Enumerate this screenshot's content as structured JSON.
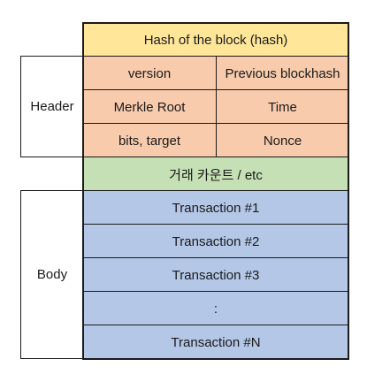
{
  "side_labels": {
    "header": "Header",
    "body": "Body"
  },
  "hash_row": "Hash of the block (hash)",
  "header_fields": [
    [
      "version",
      "Previous blockhash"
    ],
    [
      "Merkle Root",
      "Time"
    ],
    [
      "bits, target",
      "Nonce"
    ]
  ],
  "tx_count_row": "거래 카운트 / etc",
  "transactions": [
    "Transaction #1",
    "Transaction #2",
    "Transaction #3",
    ":",
    "Transaction #N"
  ],
  "colors": {
    "hash": "#ffe699",
    "header": "#f8cbad",
    "count": "#c5e0b4",
    "transactions": "#b4c7e7"
  }
}
